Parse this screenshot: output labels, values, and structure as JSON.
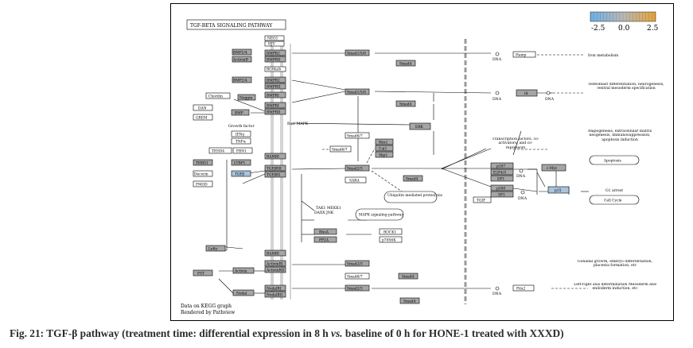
{
  "title": "TGF-BETA SIGNALING PATHWAY",
  "legend": {
    "ticks": [
      "-2.5",
      "0.0",
      "2.5"
    ],
    "colors": [
      "#6fb1e6",
      "#b7b7b7",
      "#e6a43a"
    ]
  },
  "footer": {
    "line1": "Data on KEGG graph",
    "line2": "Rendered by Pathview"
  },
  "caption": {
    "prefix": "Fig. 21: TGF-β pathway (treatment time: differential expression in 8 h ",
    "vs": "vs.",
    "suffix": " baseline of 0 h for HONE-1 treated with XXXD)"
  },
  "nodes": {
    "bmp_ligands": [
      "BMP2/4",
      "ActivinB"
    ],
    "bmp_receptors": [
      "NEO1",
      "HJV",
      "BMPR2",
      "BMPRII",
      "RGMa/b",
      "BMPR2",
      "BMPRII",
      "BMPRI",
      "BMPRII"
    ],
    "smads": [
      "Smad1/5/8",
      "Smad4",
      "Smad1/5/8",
      "Smad4",
      "Smad2/3",
      "Smad2/3",
      "Smad4",
      "Smad2/3",
      "Smad4",
      "Smad2/3",
      "Smad4",
      "Smad6/7",
      "Smad6/7"
    ],
    "antagonists": [
      "Chordin",
      "Noggin",
      "DAN",
      "BMP",
      "GREM",
      "IFNγ",
      "TNFα",
      "THSD4",
      "FBN1",
      "THBS1",
      "LTBP1",
      "Decorin",
      "TGFβ",
      "FMOD",
      "Lefty",
      "Activin",
      "FST",
      "Nodal"
    ],
    "others": [
      "Growth factor",
      "Ras/ MAPK",
      "ERK",
      "Rbx1",
      "Cul1",
      "Skp1",
      "SARA",
      "TAK1 MEKK1",
      "DAXX JNK",
      "MAPK signaling pathway",
      "RhoA",
      "ROCK1",
      "PP2A",
      "p70S6K",
      "Ubiquitin mediated proteolysis",
      "BAMBI",
      "TGFβRII",
      "TGFβRI",
      "BAMBI",
      "ActivinRI",
      "ActivinRII",
      "NodalRI",
      "NodalRII",
      "p107",
      "E2F4/5",
      "DP1",
      "p300",
      "SP1",
      "TGIF",
      "c-Myc",
      "p15",
      "Hamp",
      "Id",
      "Pitx2"
    ],
    "outcomes": [
      "Iron metabolism",
      "Osteoblast differentiation, neurogenesis, ventral mesoderm specification",
      "Transcription factors, co-activators, and co-repressors",
      "Angiogenesis, extracellular matrix neogenesis, immunosuppression, apoptosis induction",
      "Apoptosis",
      "G1 arrest",
      "Cell Cycle",
      "Gonadal growth, embryo differentiation, placenta formation, etc",
      "Left-right axis determination Mesoderm and endoderm induction, etc"
    ],
    "dna": "DNA"
  }
}
